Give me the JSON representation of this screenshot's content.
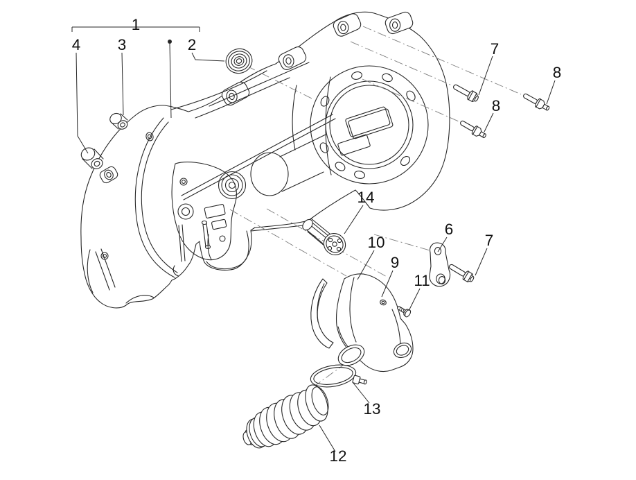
{
  "figure": {
    "background_color": "#ffffff",
    "line_color": "#262626",
    "axis_line_color": "#7d7d7d",
    "callouts": [
      {
        "number": "1"
      },
      {
        "number": "2"
      },
      {
        "number": "3"
      },
      {
        "number": "4"
      },
      {
        "number": "7"
      },
      {
        "number": "8"
      },
      {
        "number": "8"
      },
      {
        "number": "14"
      },
      {
        "number": "10"
      },
      {
        "number": "9"
      },
      {
        "number": "6"
      },
      {
        "number": "7"
      },
      {
        "number": "11"
      },
      {
        "number": "13"
      },
      {
        "number": "12"
      }
    ]
  }
}
